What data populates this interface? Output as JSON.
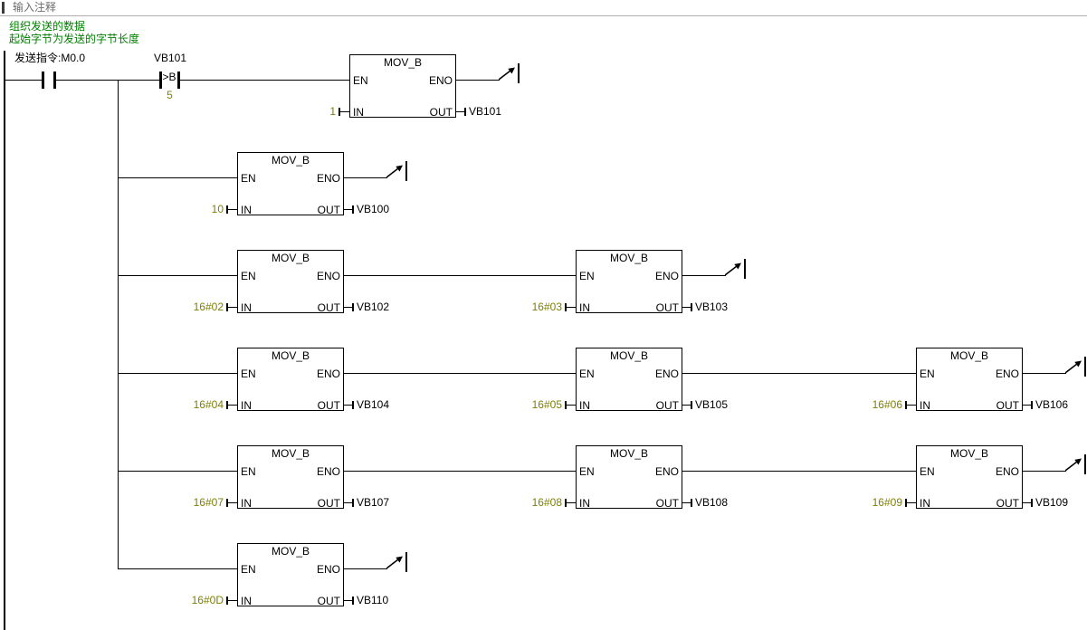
{
  "header": {
    "title": "输入注释"
  },
  "comments": {
    "line1": "组织发送的数据",
    "line2": "起始字节为发送的字节长度"
  },
  "labels": {
    "en": "EN",
    "eno": "ENO",
    "in": "IN",
    "out": "OUT"
  },
  "contact": {
    "label": "发送指令:M0.0"
  },
  "compare": {
    "operand": "VB101",
    "operator": ">B",
    "value": "5"
  },
  "blocks": [
    {
      "name": "MOV_B",
      "in": "1",
      "out": "VB101"
    },
    {
      "name": "MOV_B",
      "in": "10",
      "out": "VB100"
    },
    {
      "name": "MOV_B",
      "in": "16#02",
      "out": "VB102"
    },
    {
      "name": "MOV_B",
      "in": "16#03",
      "out": "VB103"
    },
    {
      "name": "MOV_B",
      "in": "16#04",
      "out": "VB104"
    },
    {
      "name": "MOV_B",
      "in": "16#05",
      "out": "VB105"
    },
    {
      "name": "MOV_B",
      "in": "16#06",
      "out": "VB106"
    },
    {
      "name": "MOV_B",
      "in": "16#07",
      "out": "VB107"
    },
    {
      "name": "MOV_B",
      "in": "16#08",
      "out": "VB108"
    },
    {
      "name": "MOV_B",
      "in": "16#09",
      "out": "VB109"
    },
    {
      "name": "MOV_B",
      "in": "16#0D",
      "out": "VB110"
    }
  ],
  "colors": {
    "comment": "#008000",
    "constant": "#808000",
    "wire": "#000000",
    "background": "#ffffff"
  }
}
